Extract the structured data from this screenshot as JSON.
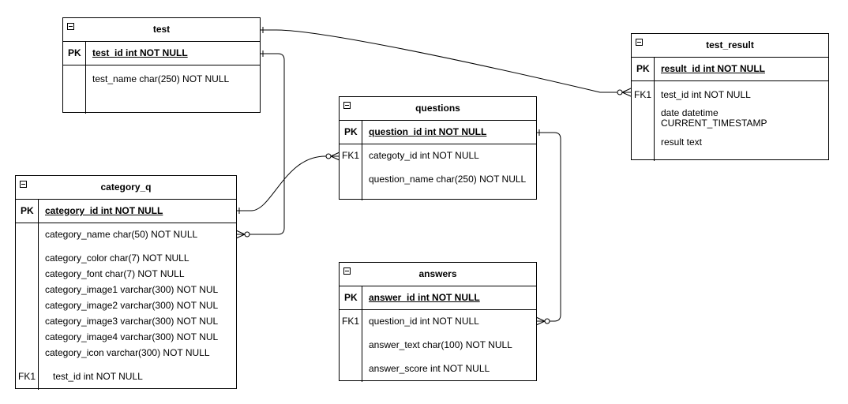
{
  "entities": {
    "test": {
      "title": "test",
      "pk_key": "PK",
      "pk": "test_id int NOT NULL",
      "attrs": [
        "test_name char(250) NOT NULL"
      ]
    },
    "test_result": {
      "title": "test_result",
      "pk_key": "PK",
      "pk": "result_id int NOT NULL",
      "fk_key": "FK1",
      "attrs": [
        "test_id int NOT NULL",
        "date datetime",
        "CURRENT_TIMESTAMP",
        "result  text"
      ]
    },
    "questions": {
      "title": "questions",
      "pk_key": "PK",
      "pk": "question_id int NOT NULL",
      "fk_key": "FK1",
      "attrs": [
        "categoty_id int NOT NULL",
        "question_name char(250) NOT NULL"
      ]
    },
    "category_q": {
      "title": "category_q",
      "pk_key": "PK",
      "pk": "category_id int NOT NULL",
      "fk_key": "FK1",
      "attrs": [
        "category_name char(50) NOT NULL",
        "category_color char(7) NOT NULL",
        "category_font char(7) NOT NULL",
        "category_image1 varchar(300) NOT NUL",
        "category_image2 varchar(300) NOT NUL",
        "category_image3 varchar(300) NOT NUL",
        "category_image4 varchar(300) NOT NUL",
        "category_icon varchar(300) NOT NULL",
        "test_id int NOT NULL"
      ]
    },
    "answers": {
      "title": "answers",
      "pk_key": "PK",
      "pk": "answer_id int NOT NULL",
      "fk_key": "FK1",
      "attrs": [
        "question_id int NOT NULL",
        "answer_text char(100) NOT NULL",
        "answer_score int NOT NULL"
      ]
    }
  }
}
